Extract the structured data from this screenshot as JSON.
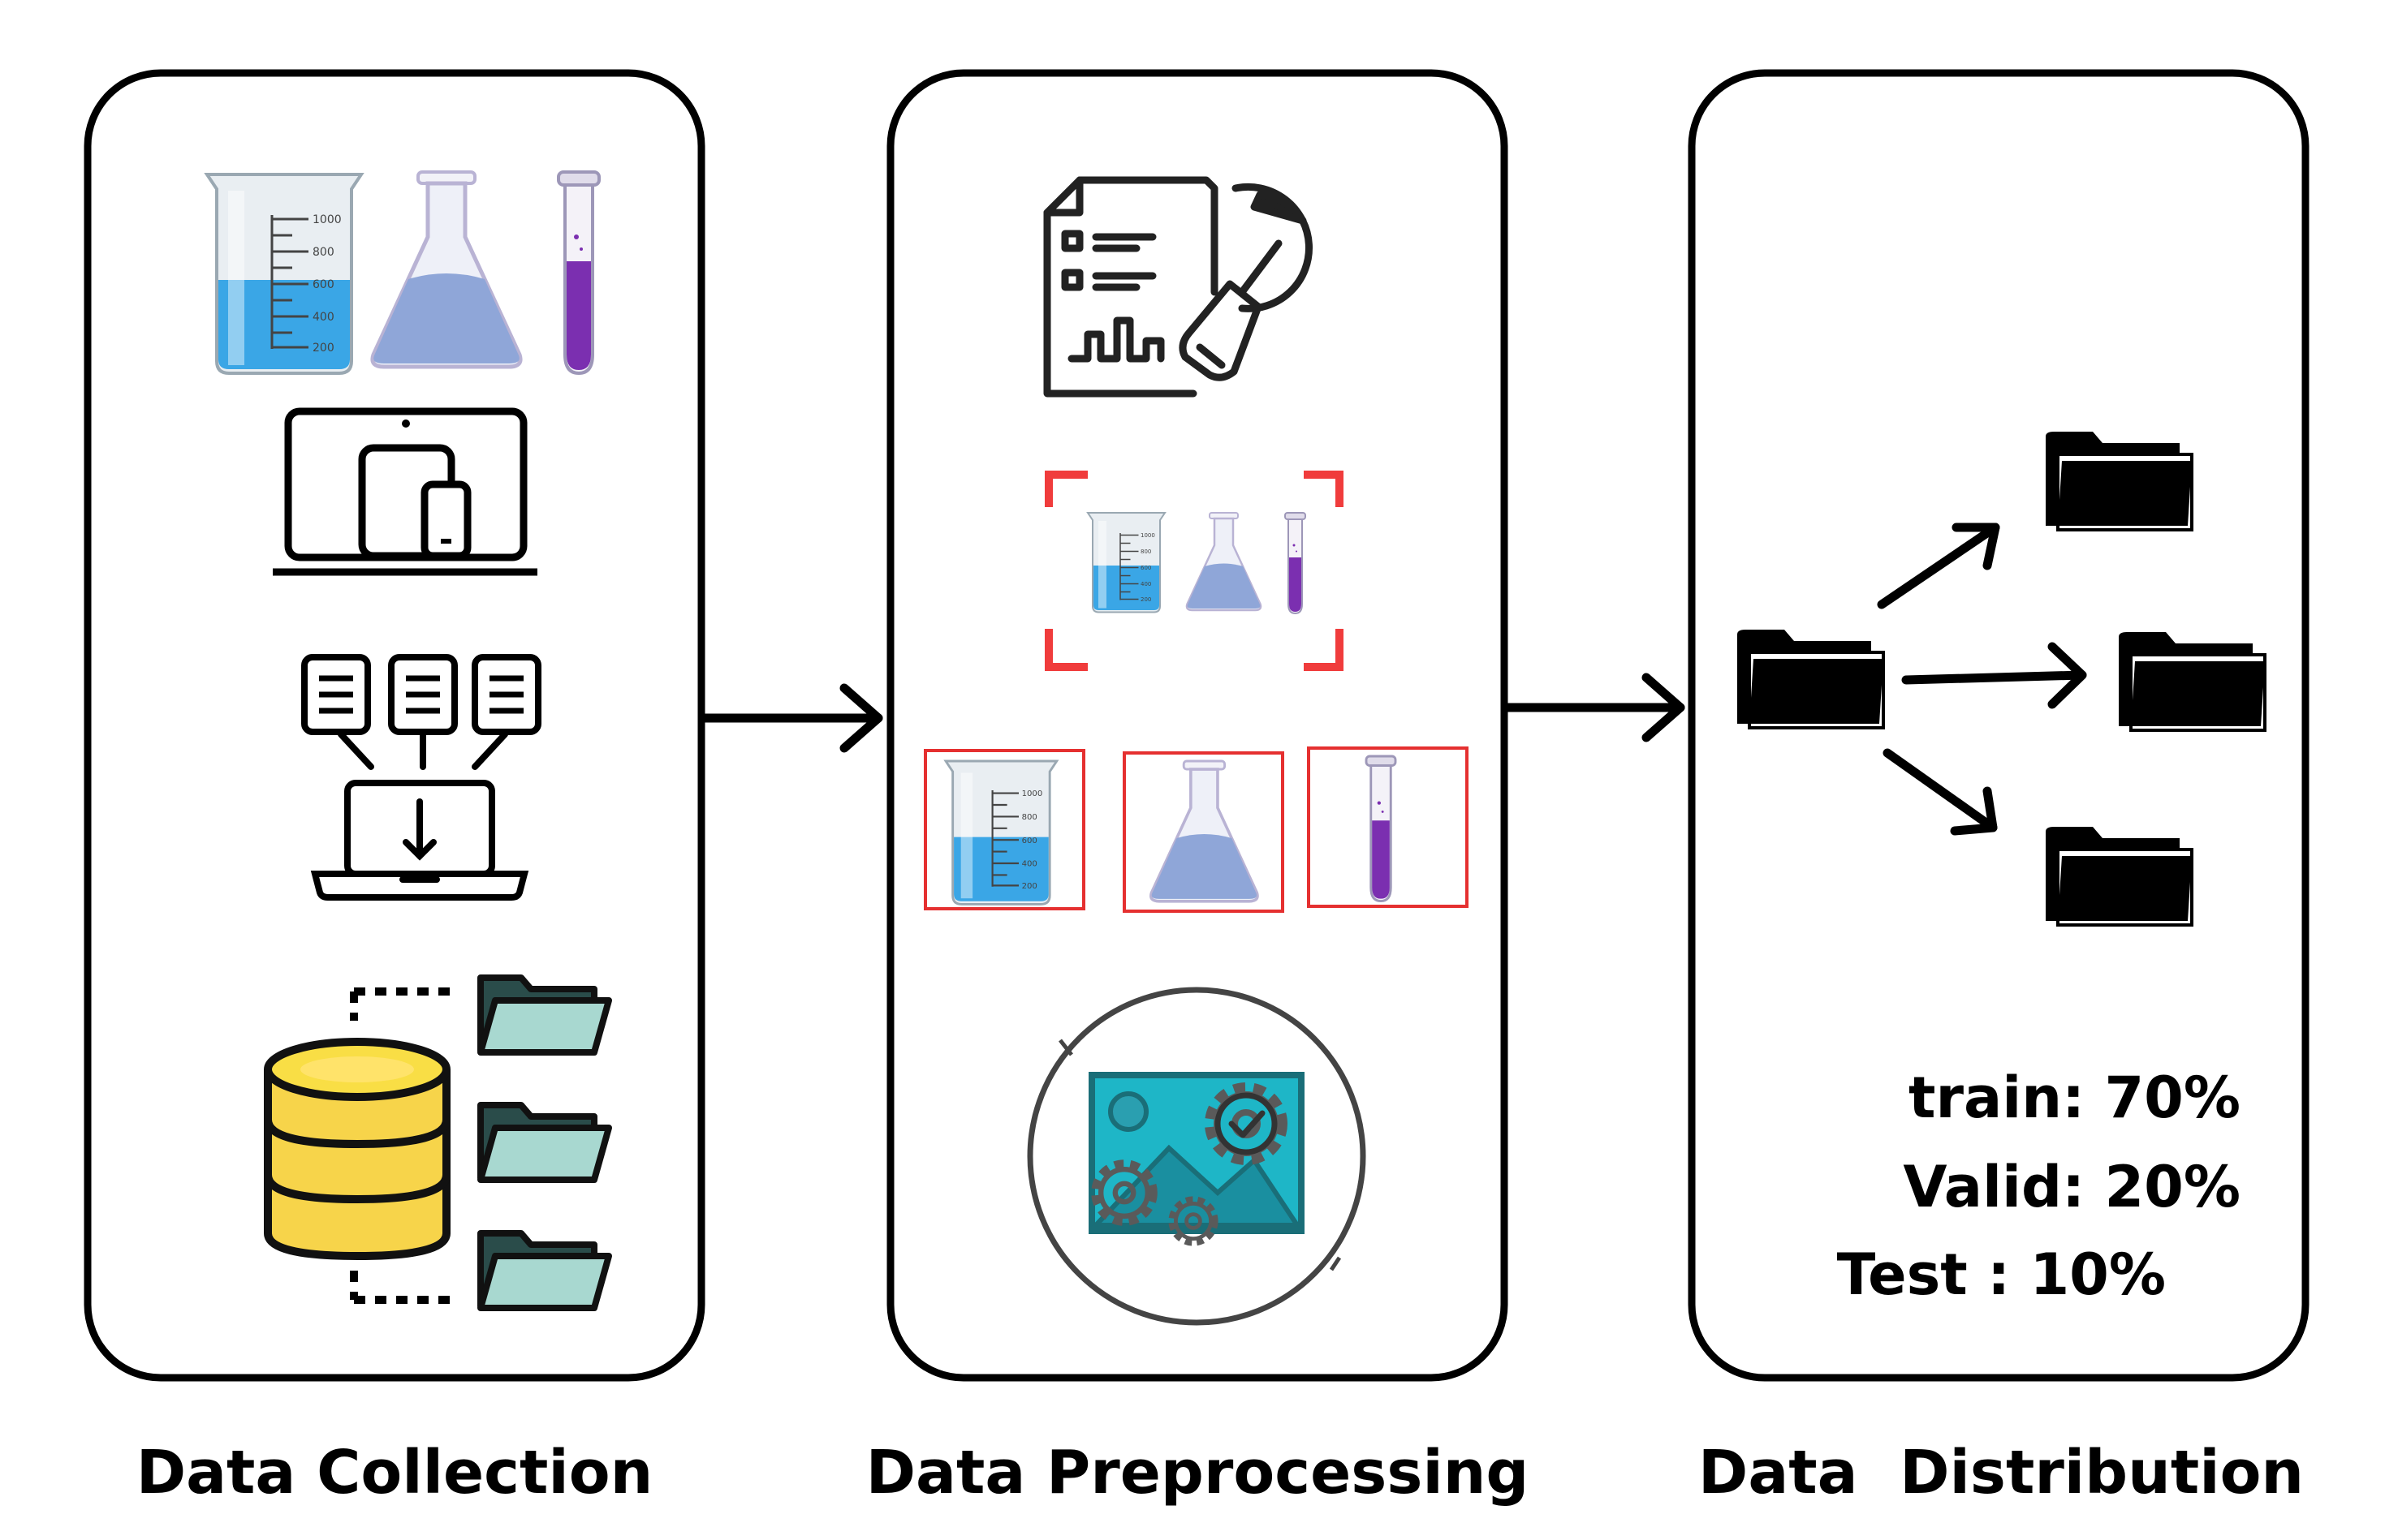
{
  "stages": [
    {
      "id": "collection",
      "caption": "Data Collection"
    },
    {
      "id": "preprocessing",
      "caption": "Data Preprocessing"
    },
    {
      "id": "distribution",
      "caption": "Data  Distribution"
    }
  ],
  "beaker_scale": [
    "1000",
    "800",
    "600",
    "400",
    "200"
  ],
  "splits": {
    "train": "train: 70%",
    "valid": "Valid: 20%",
    "test": "Test : 10%"
  },
  "colors": {
    "stroke": "#000000",
    "liquid_blue": "#3aa6e6",
    "flask_liquid": "#8fa6d8",
    "test_tube_liquid": "#7b2fb0",
    "highlight_red": "#f03c3c",
    "db_yellow": "#f7d44a",
    "folder_teal": "#a8d8d0",
    "gear_gray": "#5a5a5a",
    "image_teal": "#1e8f9a"
  },
  "icons": {
    "collection": [
      "beaker-icon",
      "flask-icon",
      "test-tube-icon",
      "devices-icon",
      "document-download-icon",
      "database-icon",
      "folder-icon"
    ],
    "preprocessing": [
      "report-cleaning-icon",
      "focus-frame-icon",
      "crop-box-icon",
      "image-processing-gears-icon"
    ],
    "distribution": [
      "folder-icon",
      "arrow-icon"
    ]
  }
}
